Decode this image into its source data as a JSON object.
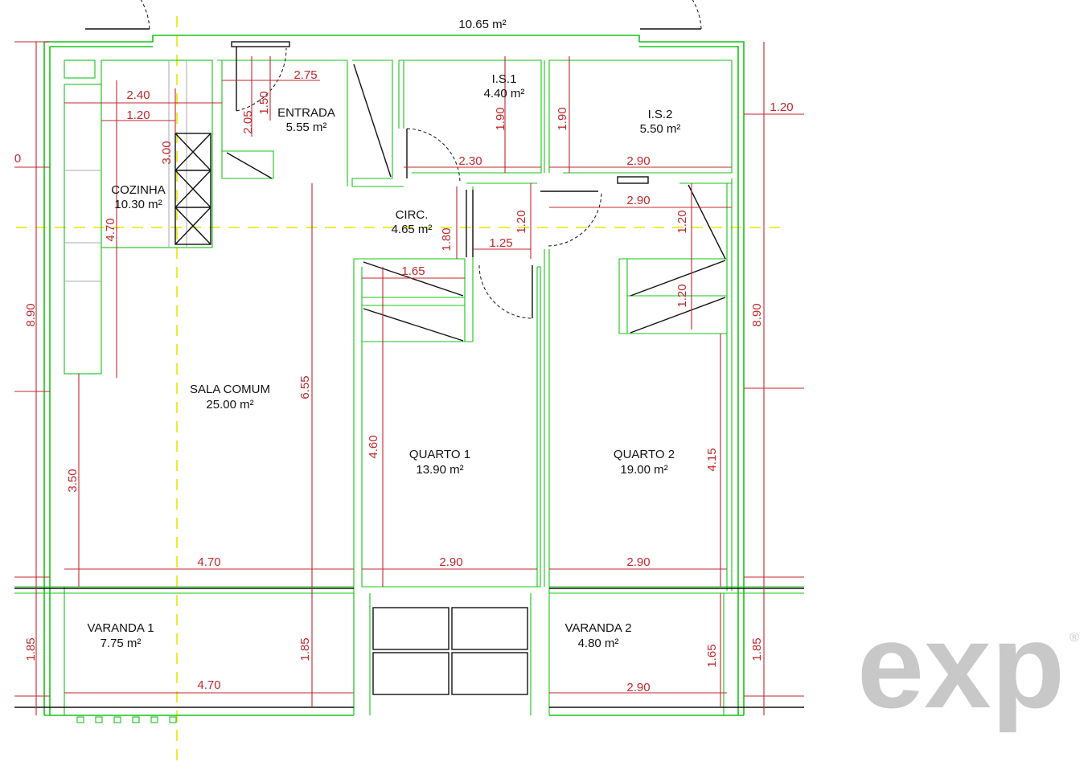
{
  "rooms": {
    "top_area": "10.65 m²",
    "entrada": {
      "name": "ENTRADA",
      "area": "5.55 m²"
    },
    "is1": {
      "name": "I.S.1",
      "area": "4.40 m²"
    },
    "is2": {
      "name": "I.S.2",
      "area": "5.50 m²"
    },
    "cozinha": {
      "name": "COZINHA",
      "area": "10.30 m²"
    },
    "circ": {
      "name": "CIRC.",
      "area": "4.65 m²"
    },
    "sala": {
      "name": "SALA COMUM",
      "area": "25.00 m²"
    },
    "quarto1": {
      "name": "QUARTO 1",
      "area": "13.90 m²"
    },
    "quarto2": {
      "name": "QUARTO 2",
      "area": "19.00 m²"
    },
    "varanda1": {
      "name": "VARANDA 1",
      "area": "7.75 m²"
    },
    "varanda2": {
      "name": "VARANDA 2",
      "area": "4.80 m²"
    }
  },
  "dimensions": {
    "d275": "2.75",
    "d240": "2.40",
    "d120_kitchen": "1.20",
    "d150": "1.50",
    "d205": "2.05",
    "d300": "3.00",
    "d470_kitchen": "4.70",
    "d190_is1": "1.90",
    "d190_is2": "1.90",
    "d230": "2.30",
    "d290_is2": "2.90",
    "d290_hall": "2.90",
    "d120_right": "1.20",
    "d120_q2a": "1.20",
    "d120_q2b": "1.20",
    "d120_circ": "1.20",
    "d125": "1.25",
    "d180": "1.80",
    "d165_closet": "1.65",
    "d890_left": "8.90",
    "d890_right": "8.90",
    "d655": "6.55",
    "d460": "4.60",
    "d415": "4.15",
    "d350": "3.50",
    "d470_sala": "4.70",
    "d290_q1": "2.90",
    "d290_q2": "2.90",
    "d185_left": "1.85",
    "d185_mid": "1.85",
    "d165_var2": "1.65",
    "d185_right": "1.85",
    "d470_var1": "4.70",
    "d290_var2": "2.90",
    "d0_left": "0"
  },
  "logo": {
    "text": "exp",
    "registered": "®"
  },
  "colors": {
    "wall": "#17c417",
    "dimension": "#c0282d",
    "axis": "#e6e600",
    "logo": "#c8c8c8"
  }
}
